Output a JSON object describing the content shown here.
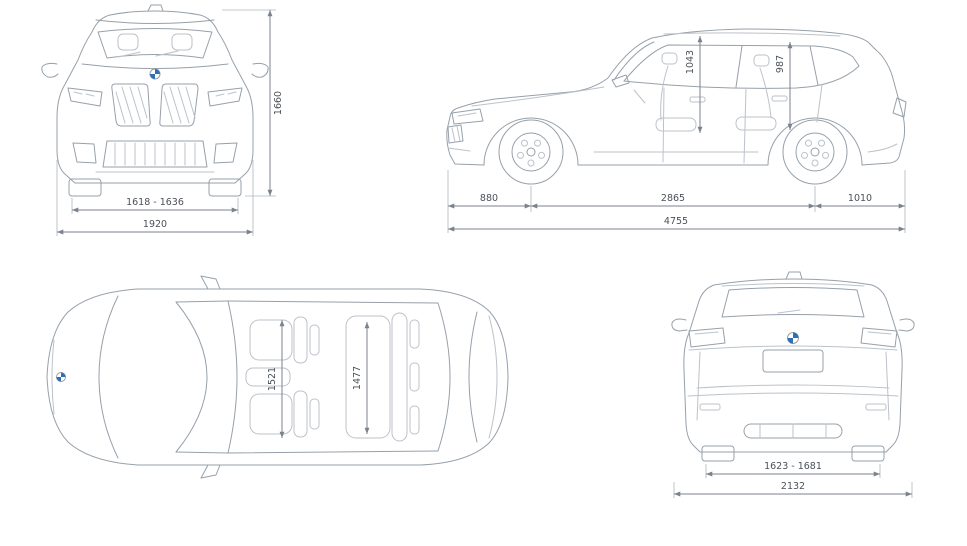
{
  "diagram": {
    "subject": "vehicle-dimensions-blueprint",
    "colors": {
      "line": "#97a0aa",
      "light_line": "#bcc2ca",
      "dimension_line": "#7b828c",
      "text": "#4b5158",
      "accent_blue": "#2f6fb3",
      "background": "#ffffff"
    },
    "views": {
      "front": {
        "dims": {
          "overall_height": "1660",
          "track_width": "1618 - 1636",
          "overall_width": "1920"
        }
      },
      "side": {
        "dims": {
          "headroom_front": "1043",
          "headroom_rear": "987",
          "front_overhang": "880",
          "wheelbase": "2865",
          "rear_overhang": "1010",
          "overall_length": "4755"
        }
      },
      "top": {
        "dims": {
          "interior_width_front": "1521",
          "interior_width_rear": "1477"
        }
      },
      "rear": {
        "dims": {
          "track_width_rear": "1623 - 1681",
          "overall_width_incl_mirrors": "2132"
        }
      }
    }
  }
}
